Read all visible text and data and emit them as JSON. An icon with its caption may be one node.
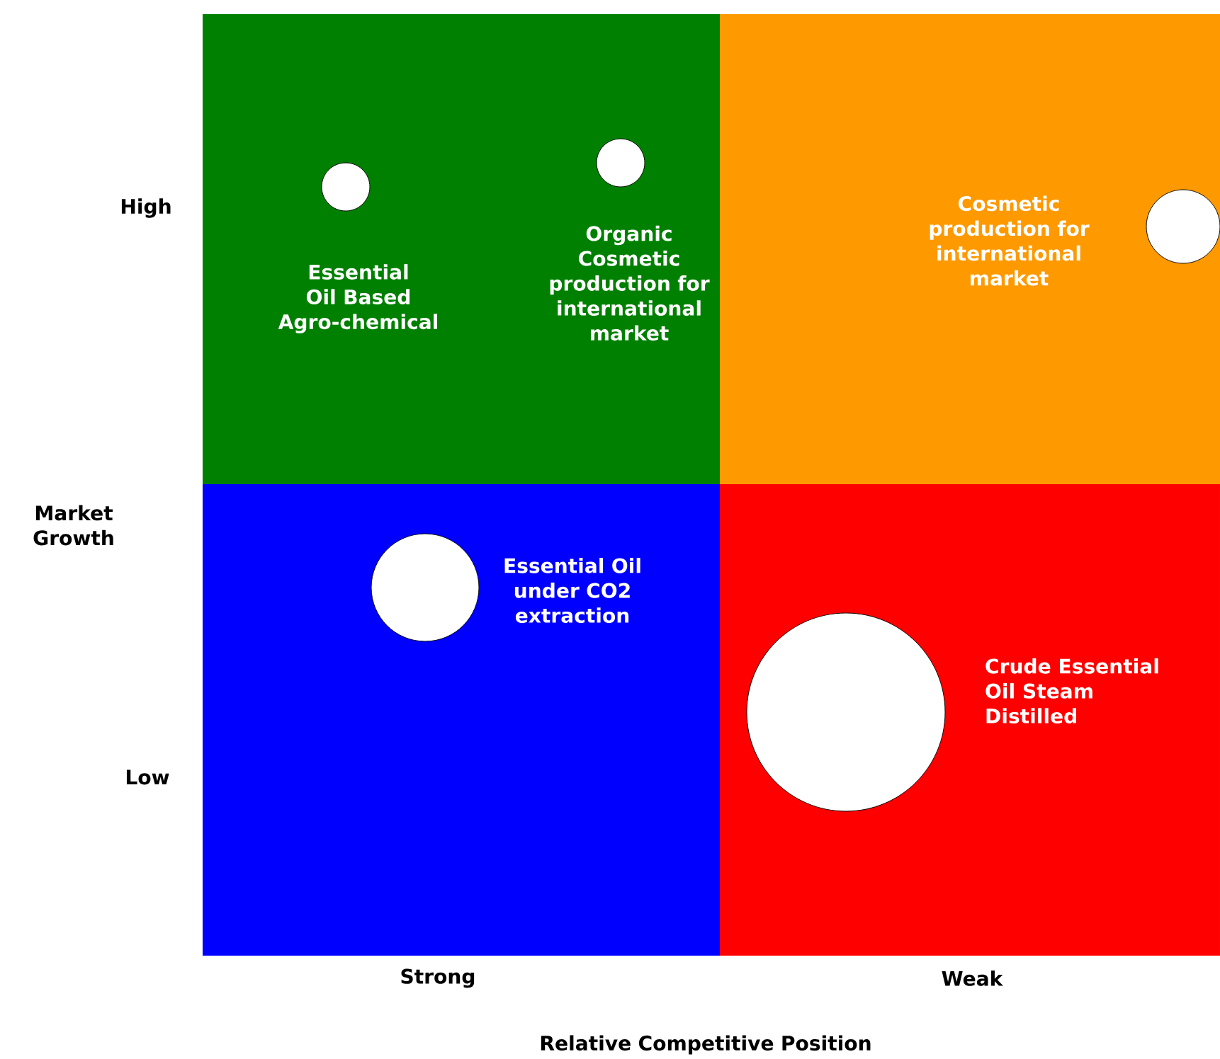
{
  "diagram": {
    "nodes": [
      {
        "text": [
          "Essential Oil Based Agro-chemical",
          "Organic Cosmetic production for international market"
        ]
      },
      {
        "text": [],
        "shape": "circle",
        "in": 0
      },
      {
        "text": [],
        "shape": "circle",
        "in": 0
      },
      {
        "text": [
          "Cosmetic production for international market"
        ]
      },
      {
        "text": [],
        "shape": "circle",
        "in": 3
      },
      {
        "text": [
          "Essential Oil under CO2 extraction"
        ]
      },
      {
        "text": [],
        "shape": "circle",
        "in": 5
      },
      {
        "text": [
          "Crude Essential Oil Steam Distilled"
        ]
      },
      {
        "text": [],
        "shape": "circle",
        "in": 7
      }
    ],
    "labels": [
      "High",
      "Market Growth",
      "Low",
      "Strong",
      "Weak",
      "Relative Competitive Position"
    ]
  }
}
